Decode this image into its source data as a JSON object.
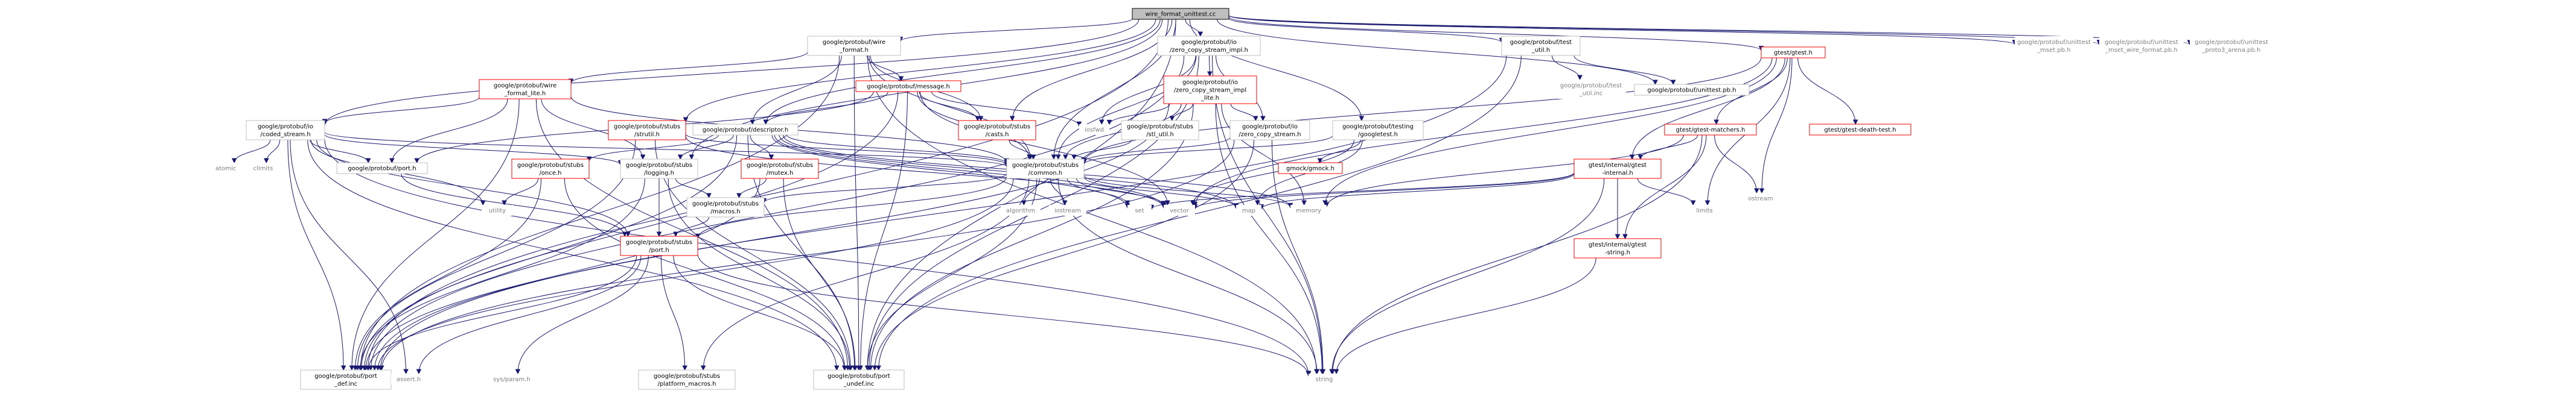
{
  "graph": {
    "root": "wire_format_unittest.cc",
    "nodes": [
      {
        "id": "root",
        "lines": [
          "wire_format_unittest.cc"
        ],
        "style": "root"
      },
      {
        "id": "unittest_mset_pb",
        "lines": [
          "google/protobuf/unittest",
          "_mset.pb.h"
        ],
        "style": "plain"
      },
      {
        "id": "unittest_mset_wire",
        "lines": [
          "google/protobuf/unittest",
          "_mset_wire_format.pb.h"
        ],
        "style": "plain"
      },
      {
        "id": "unittest_proto3_arena",
        "lines": [
          "google/protobuf/unittest",
          "_proto3_arena.pb.h"
        ],
        "style": "plain"
      },
      {
        "id": "wire_format_h",
        "lines": [
          "google/protobuf/wire",
          "_format.h"
        ],
        "style": "normal"
      },
      {
        "id": "zcs_impl",
        "lines": [
          "google/protobuf/io",
          "/zero_copy_stream_impl.h"
        ],
        "style": "normal"
      },
      {
        "id": "test_util",
        "lines": [
          "google/protobuf/test",
          "_util.h"
        ],
        "style": "normal"
      },
      {
        "id": "gtest_h",
        "lines": [
          "gtest/gtest.h"
        ],
        "style": "red"
      },
      {
        "id": "wire_format_lite",
        "lines": [
          "google/protobuf/wire",
          "_format_lite.h"
        ],
        "style": "red"
      },
      {
        "id": "message_h",
        "lines": [
          "google/protobuf/message.h"
        ],
        "style": "red"
      },
      {
        "id": "zcs_impl_lite",
        "lines": [
          "google/protobuf/io",
          "/zero_copy_stream_impl",
          "_lite.h"
        ],
        "style": "red"
      },
      {
        "id": "test_util_inc",
        "lines": [
          "google/protobuf/test",
          "_util.inc"
        ],
        "style": "plain"
      },
      {
        "id": "unittest_pb",
        "lines": [
          "google/protobuf/unittest.pb.h"
        ],
        "style": "normal"
      },
      {
        "id": "coded_stream",
        "lines": [
          "google/protobuf/io",
          "/coded_stream.h"
        ],
        "style": "normal"
      },
      {
        "id": "strutil",
        "lines": [
          "google/protobuf/stubs",
          "/strutil.h"
        ],
        "style": "red"
      },
      {
        "id": "descriptor_h",
        "lines": [
          "google/protobuf/descriptor.h"
        ],
        "style": "normal"
      },
      {
        "id": "casts",
        "lines": [
          "google/protobuf/stubs",
          "/casts.h"
        ],
        "style": "red"
      },
      {
        "id": "iosfwd",
        "lines": [
          "iosfwd"
        ],
        "style": "plain"
      },
      {
        "id": "stl_util",
        "lines": [
          "google/protobuf/stubs",
          "/stl_util.h"
        ],
        "style": "normal"
      },
      {
        "id": "zcs",
        "lines": [
          "google/protobuf/io",
          "/zero_copy_stream.h"
        ],
        "style": "normal"
      },
      {
        "id": "googletest",
        "lines": [
          "google/protobuf/testing",
          "/googletest.h"
        ],
        "style": "normal"
      },
      {
        "id": "gtest_matchers",
        "lines": [
          "gtest/gtest-matchers.h"
        ],
        "style": "red"
      },
      {
        "id": "gtest_death",
        "lines": [
          "gtest/gtest-death-test.h"
        ],
        "style": "red"
      },
      {
        "id": "atomic",
        "lines": [
          "atomic"
        ],
        "style": "plain"
      },
      {
        "id": "climits",
        "lines": [
          "climits"
        ],
        "style": "plain"
      },
      {
        "id": "port_h",
        "lines": [
          "google/protobuf/port.h"
        ],
        "style": "normal"
      },
      {
        "id": "once",
        "lines": [
          "google/protobuf/stubs",
          "/once.h"
        ],
        "style": "red"
      },
      {
        "id": "logging",
        "lines": [
          "google/protobuf/stubs",
          "/logging.h"
        ],
        "style": "normal"
      },
      {
        "id": "mutex",
        "lines": [
          "google/protobuf/stubs",
          "/mutex.h"
        ],
        "style": "red"
      },
      {
        "id": "common",
        "lines": [
          "google/protobuf/stubs",
          "/common.h"
        ],
        "style": "normal"
      },
      {
        "id": "gmock",
        "lines": [
          "gmock/gmock.h"
        ],
        "style": "red"
      },
      {
        "id": "gtest_internal",
        "lines": [
          "gtest/internal/gtest",
          "-internal.h"
        ],
        "style": "red"
      },
      {
        "id": "ostream",
        "lines": [
          "ostream"
        ],
        "style": "plain"
      },
      {
        "id": "utility",
        "lines": [
          "utility"
        ],
        "style": "plain"
      },
      {
        "id": "macros",
        "lines": [
          "google/protobuf/stubs",
          "/macros.h"
        ],
        "style": "normal"
      },
      {
        "id": "algorithm",
        "lines": [
          "algorithm"
        ],
        "style": "plain"
      },
      {
        "id": "iostream",
        "lines": [
          "iostream"
        ],
        "style": "plain"
      },
      {
        "id": "set",
        "lines": [
          "set"
        ],
        "style": "plain"
      },
      {
        "id": "vector",
        "lines": [
          "vector"
        ],
        "style": "plain"
      },
      {
        "id": "map",
        "lines": [
          "map"
        ],
        "style": "plain"
      },
      {
        "id": "memory",
        "lines": [
          "memory"
        ],
        "style": "plain"
      },
      {
        "id": "limits",
        "lines": [
          "limits"
        ],
        "style": "plain"
      },
      {
        "id": "gtest_string",
        "lines": [
          "gtest/internal/gtest",
          "-string.h"
        ],
        "style": "red"
      },
      {
        "id": "stubs_port",
        "lines": [
          "google/protobuf/stubs",
          "/port.h"
        ],
        "style": "red"
      },
      {
        "id": "port_def",
        "lines": [
          "google/protobuf/port",
          "_def.inc"
        ],
        "style": "normal"
      },
      {
        "id": "assert",
        "lines": [
          "assert.h"
        ],
        "style": "plain"
      },
      {
        "id": "sysparam",
        "lines": [
          "sys/param.h"
        ],
        "style": "plain"
      },
      {
        "id": "platform_macros",
        "lines": [
          "google/protobuf/stubs",
          "/platform_macros.h"
        ],
        "style": "normal"
      },
      {
        "id": "port_undef",
        "lines": [
          "google/protobuf/port",
          "_undef.inc"
        ],
        "style": "normal"
      },
      {
        "id": "string",
        "lines": [
          "string"
        ],
        "style": "plain"
      }
    ],
    "edges": [
      [
        "root",
        "unittest_mset_pb"
      ],
      [
        "root",
        "unittest_mset_wire"
      ],
      [
        "root",
        "unittest_proto3_arena"
      ],
      [
        "root",
        "wire_format_h"
      ],
      [
        "root",
        "zcs_impl"
      ],
      [
        "root",
        "test_util"
      ],
      [
        "root",
        "gtest_h"
      ],
      [
        "root",
        "coded_stream"
      ],
      [
        "root",
        "strutil"
      ],
      [
        "root",
        "descriptor_h"
      ],
      [
        "root",
        "casts"
      ],
      [
        "root",
        "googletest"
      ],
      [
        "root",
        "common"
      ],
      [
        "root",
        "unittest_pb"
      ],
      [
        "root",
        "port_def"
      ],
      [
        "root",
        "port_undef"
      ],
      [
        "root",
        "logging"
      ],
      [
        "wire_format_h",
        "wire_format_lite"
      ],
      [
        "wire_format_h",
        "message_h"
      ],
      [
        "wire_format_h",
        "casts"
      ],
      [
        "wire_format_h",
        "descriptor_h"
      ],
      [
        "wire_format_h",
        "common"
      ],
      [
        "wire_format_h",
        "port_def"
      ],
      [
        "wire_format_h",
        "port_undef"
      ],
      [
        "wire_format_h",
        "string"
      ],
      [
        "zcs_impl",
        "zcs_impl_lite"
      ],
      [
        "zcs_impl",
        "iosfwd"
      ],
      [
        "zcs_impl",
        "zcs"
      ],
      [
        "zcs_impl",
        "common"
      ],
      [
        "zcs_impl",
        "port_def"
      ],
      [
        "zcs_impl",
        "port_undef"
      ],
      [
        "zcs_impl",
        "string"
      ],
      [
        "test_util",
        "test_util_inc"
      ],
      [
        "test_util",
        "unittest_pb"
      ],
      [
        "test_util",
        "port_def"
      ],
      [
        "test_util",
        "port_undef"
      ],
      [
        "gtest_h",
        "gtest_matchers"
      ],
      [
        "gtest_h",
        "gtest_death"
      ],
      [
        "gtest_h",
        "gtest_internal"
      ],
      [
        "gtest_h",
        "ostream"
      ],
      [
        "gtest_h",
        "vector"
      ],
      [
        "gtest_h",
        "memory"
      ],
      [
        "gtest_h",
        "limits"
      ],
      [
        "gtest_h",
        "common"
      ],
      [
        "wire_format_lite",
        "coded_stream"
      ],
      [
        "wire_format_lite",
        "port_h"
      ],
      [
        "wire_format_lite",
        "common"
      ],
      [
        "wire_format_lite",
        "logging"
      ],
      [
        "wire_format_lite",
        "port_def"
      ],
      [
        "wire_format_lite",
        "port_undef"
      ],
      [
        "message_h",
        "descriptor_h"
      ],
      [
        "message_h",
        "casts"
      ],
      [
        "message_h",
        "common"
      ],
      [
        "message_h",
        "iosfwd"
      ],
      [
        "message_h",
        "port_h"
      ],
      [
        "message_h",
        "vector"
      ],
      [
        "message_h",
        "port_def"
      ],
      [
        "message_h",
        "port_undef"
      ],
      [
        "zcs_impl_lite",
        "iosfwd"
      ],
      [
        "zcs_impl_lite",
        "stl_util"
      ],
      [
        "zcs_impl_lite",
        "zcs"
      ],
      [
        "zcs_impl_lite",
        "common"
      ],
      [
        "zcs_impl_lite",
        "memory"
      ],
      [
        "zcs_impl_lite",
        "port_def"
      ],
      [
        "zcs_impl_lite",
        "port_undef"
      ],
      [
        "zcs_impl_lite",
        "string"
      ],
      [
        "coded_stream",
        "atomic"
      ],
      [
        "coded_stream",
        "climits"
      ],
      [
        "coded_stream",
        "port_h"
      ],
      [
        "coded_stream",
        "logging"
      ],
      [
        "coded_stream",
        "utility"
      ],
      [
        "coded_stream",
        "common"
      ],
      [
        "coded_stream",
        "string"
      ],
      [
        "coded_stream",
        "port_def"
      ],
      [
        "coded_stream",
        "port_undef"
      ],
      [
        "coded_stream",
        "stubs_port"
      ],
      [
        "coded_stream",
        "assert"
      ],
      [
        "strutil",
        "common"
      ],
      [
        "strutil",
        "port_def"
      ],
      [
        "strutil",
        "port_undef"
      ],
      [
        "strutil",
        "vector"
      ],
      [
        "descriptor_h",
        "once"
      ],
      [
        "descriptor_h",
        "mutex"
      ],
      [
        "descriptor_h",
        "logging"
      ],
      [
        "descriptor_h",
        "common"
      ],
      [
        "descriptor_h",
        "set"
      ],
      [
        "descriptor_h",
        "vector"
      ],
      [
        "descriptor_h",
        "map"
      ],
      [
        "descriptor_h",
        "memory"
      ],
      [
        "descriptor_h",
        "port_def"
      ],
      [
        "descriptor_h",
        "port_undef"
      ],
      [
        "casts",
        "common"
      ],
      [
        "stl_util",
        "common"
      ],
      [
        "zcs",
        "common"
      ],
      [
        "zcs",
        "port_def"
      ],
      [
        "zcs",
        "port_undef"
      ],
      [
        "zcs",
        "string"
      ],
      [
        "googletest",
        "common"
      ],
      [
        "googletest",
        "gmock"
      ],
      [
        "googletest",
        "map"
      ],
      [
        "googletest",
        "vector"
      ],
      [
        "gtest_matchers",
        "gtest_internal"
      ],
      [
        "gtest_matchers",
        "ostream"
      ],
      [
        "gtest_matchers",
        "memory"
      ],
      [
        "gtest_matchers",
        "string"
      ],
      [
        "gtest_matchers",
        "gtest_string"
      ],
      [
        "gtest_internal",
        "gtest_string"
      ],
      [
        "gtest_internal",
        "limits"
      ],
      [
        "gtest_internal",
        "map"
      ],
      [
        "gtest_internal",
        "set"
      ],
      [
        "gtest_internal",
        "vector"
      ],
      [
        "gtest_internal",
        "string"
      ],
      [
        "port_h",
        "stubs_port"
      ],
      [
        "once",
        "utility"
      ],
      [
        "once",
        "port_def"
      ],
      [
        "once",
        "port_undef"
      ],
      [
        "logging",
        "macros"
      ],
      [
        "logging",
        "stubs_port"
      ],
      [
        "logging",
        "port_def"
      ],
      [
        "logging",
        "port_undef"
      ],
      [
        "mutex",
        "macros"
      ],
      [
        "mutex",
        "port_def"
      ],
      [
        "mutex",
        "port_undef"
      ],
      [
        "common",
        "algorithm"
      ],
      [
        "common",
        "iostream"
      ],
      [
        "common",
        "set"
      ],
      [
        "common",
        "vector"
      ],
      [
        "common",
        "map"
      ],
      [
        "common",
        "memory"
      ],
      [
        "common",
        "string"
      ],
      [
        "common",
        "macros"
      ],
      [
        "common",
        "stubs_port"
      ],
      [
        "common",
        "platform_macros"
      ],
      [
        "common",
        "port_def"
      ],
      [
        "common",
        "port_undef"
      ],
      [
        "gtest_string",
        "string"
      ],
      [
        "macros",
        "stubs_port"
      ],
      [
        "stubs_port",
        "assert"
      ],
      [
        "stubs_port",
        "sysparam"
      ],
      [
        "stubs_port",
        "platform_macros"
      ],
      [
        "stubs_port",
        "port_def"
      ],
      [
        "stubs_port",
        "port_undef"
      ],
      [
        "stubs_port",
        "string"
      ]
    ]
  }
}
